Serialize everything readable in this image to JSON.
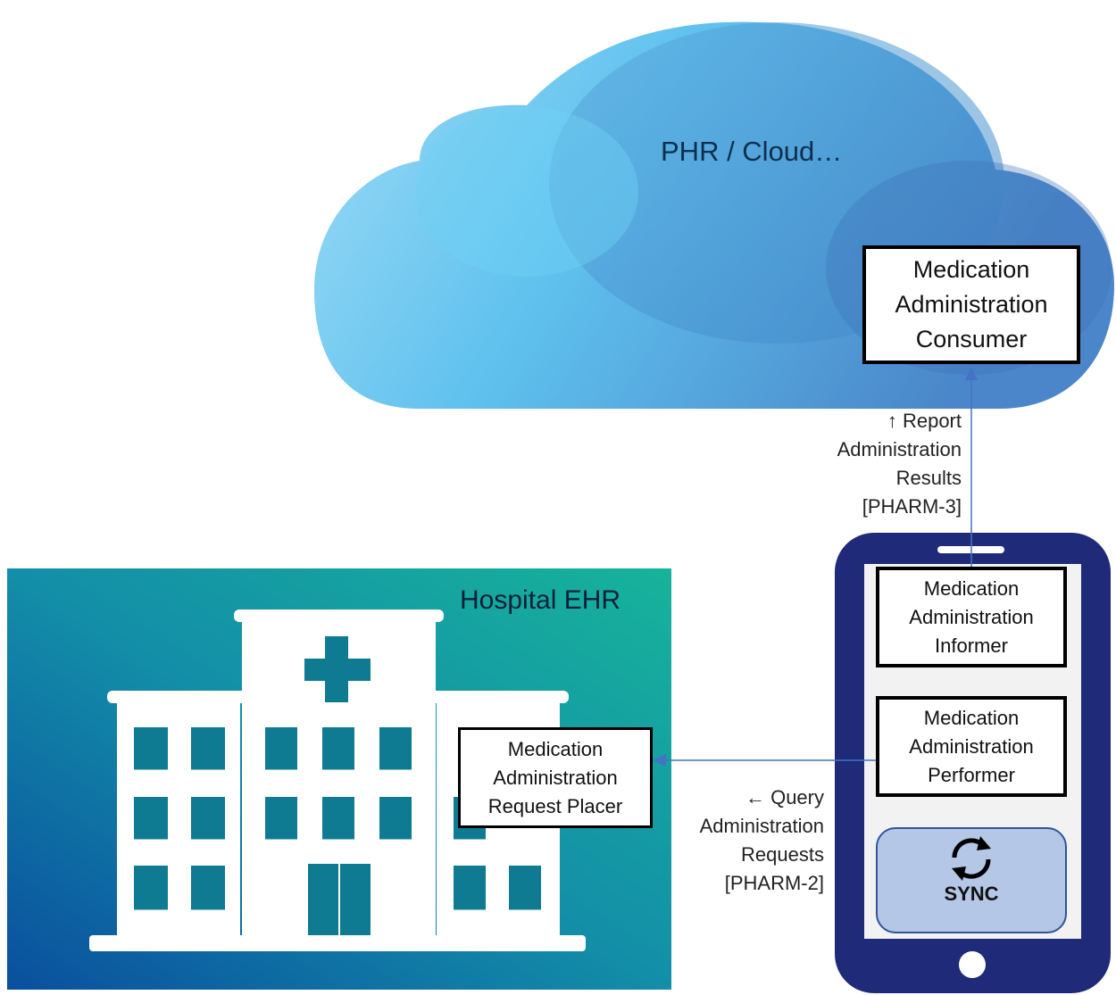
{
  "cloud": {
    "title": "PHR / Cloud…"
  },
  "hospital": {
    "title": "Hospital EHR"
  },
  "consumer": {
    "line1": "Medication",
    "line2": "Administration",
    "line3": "Consumer"
  },
  "informer": {
    "line1": "Medication",
    "line2": "Administration",
    "line3": "Informer"
  },
  "performer": {
    "line1": "Medication",
    "line2": "Administration",
    "line3": "Performer"
  },
  "placer": {
    "line1": "Medication",
    "line2": "Administration",
    "line3": "Request Placer"
  },
  "report_edge": {
    "line1": "↑ Report",
    "line2": "Administration",
    "line3": "Results",
    "line4": "[PHARM-3]"
  },
  "query_edge": {
    "line1": "← Query",
    "line2": "Administration",
    "line3": "Requests",
    "line4": "[PHARM-2]"
  },
  "sync": {
    "label": "SYNC",
    "icon": "sync-icon"
  },
  "colors": {
    "arrow": "#4472c4",
    "phone": "#1f2a78",
    "sync_fill": "#b4c7e7"
  }
}
